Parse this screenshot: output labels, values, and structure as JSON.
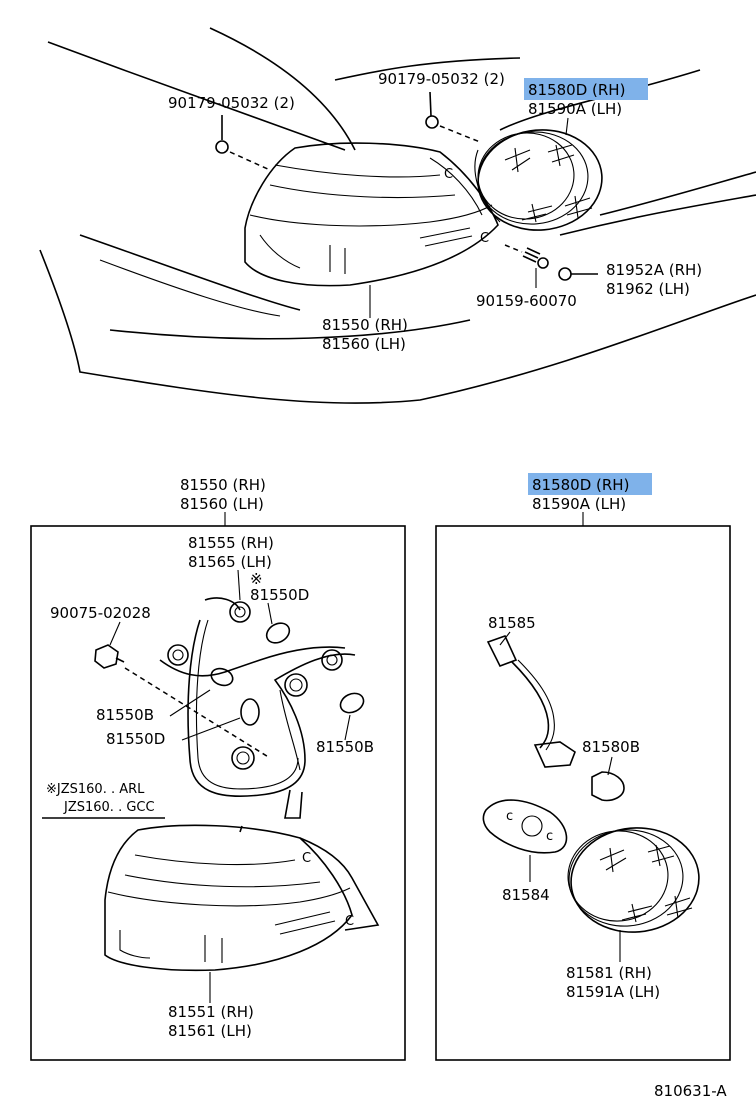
{
  "top": {
    "bolt_left": "90179-05032 (2)",
    "bolt_right": "90179-05032 (2)",
    "lamp_rh": "81580D (RH)",
    "lamp_lh": "81590A (LH)",
    "screw": "90159-60070",
    "clip_rh": "81952A (RH)",
    "clip_lh": "81962   (LH)",
    "combo_rh": "81550 (RH)",
    "combo_lh": "81560 (LH)"
  },
  "left_box": {
    "head_rh": "81550 (RH)",
    "head_lh": "81560 (LH)",
    "socket_rh": "81555 (RH)",
    "socket_lh": "81565 (LH)",
    "mark": "※",
    "bulb_d_top": "81550D",
    "nut": "90075-02028",
    "bulb_b_left": "81550B",
    "bulb_d_left": "81550D",
    "bulb_b_right": "81550B",
    "note_line1": "※JZS160. . ARL",
    "note_line2": "JZS160. . GCC",
    "lens_rh": "81551 (RH)",
    "lens_lh": "81561 (LH)"
  },
  "right_box": {
    "head_rh": "81580D (RH)",
    "head_lh": "81590A (LH)",
    "socket": "81585",
    "bulb": "81580B",
    "gasket": "81584",
    "lens_rh": "81581   (RH)",
    "lens_lh": "81591A (LH)"
  },
  "footer": {
    "code": "810631-A"
  },
  "colors": {
    "highlight": "#7fb2ea",
    "ink": "#000000"
  }
}
